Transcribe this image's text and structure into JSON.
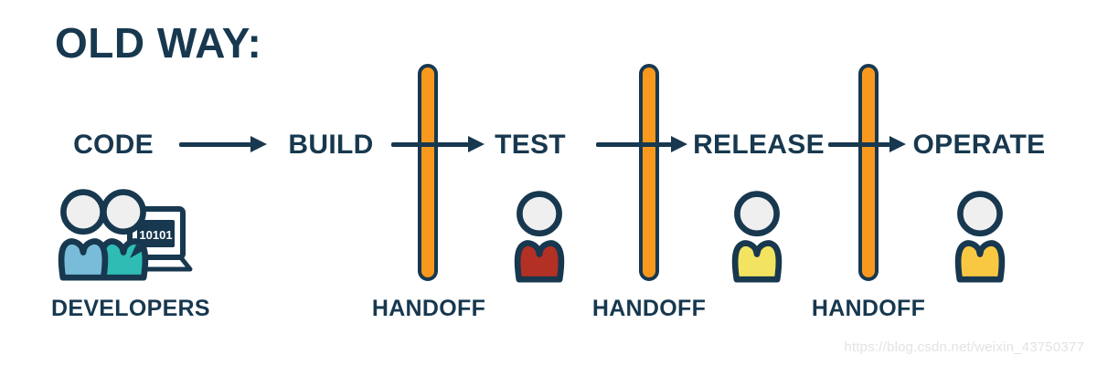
{
  "title": "OLD WAY:",
  "pipeline": {
    "stages": [
      {
        "label": "CODE"
      },
      {
        "label": "BUILD"
      },
      {
        "label": "TEST"
      },
      {
        "label": "RELEASE"
      },
      {
        "label": "OPERATE"
      }
    ],
    "handoffs": [
      {
        "label": "HANDOFF"
      },
      {
        "label": "HANDOFF"
      },
      {
        "label": "HANDOFF"
      }
    ]
  },
  "developers": {
    "label": "DEVELOPERS",
    "laptop_screen_text": "10101"
  },
  "watermark": {
    "text": "https://blog.csdn.net/weixin_43750377"
  },
  "colors": {
    "navy": "#17384F",
    "bar_orange": "#F8991D",
    "head_gray": "#EFEFEF",
    "tester_body_red": "#B23024",
    "release_body_yellow": "#F2E360",
    "operate_body_gold": "#F9C843",
    "developer_body_blue": "#79BCD9",
    "developer_body_teal": "#2FBCB4",
    "watermark_gray": "#E3E3E3",
    "background": "#FFFFFF"
  }
}
